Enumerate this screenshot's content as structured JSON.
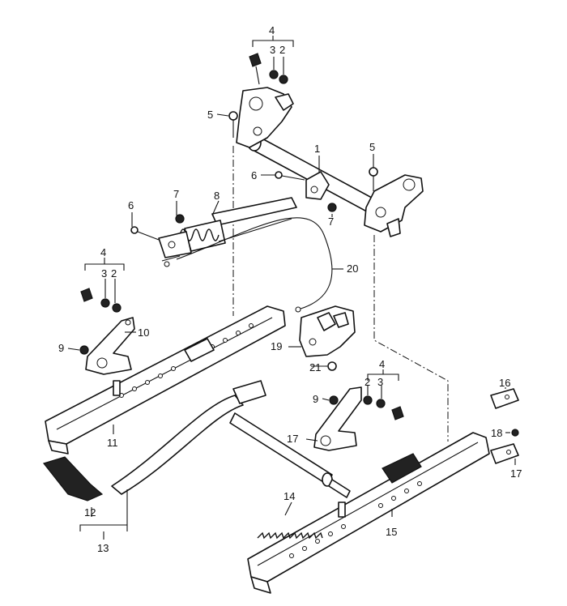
{
  "diagram": {
    "callouts": {
      "c1": "1",
      "c2a": "2",
      "c2b": "2",
      "c2c": "2",
      "c3a": "3",
      "c3b": "3",
      "c3c": "3",
      "c4a": "4",
      "c4b": "4",
      "c4c": "4",
      "c5a": "5",
      "c5b": "5",
      "c6a": "6",
      "c6b": "6",
      "c7a": "7",
      "c7b": "7",
      "c8": "8",
      "c9a": "9",
      "c9b": "9",
      "c10": "10",
      "c11": "11",
      "c12": "12",
      "c13": "13",
      "c14": "14",
      "c15": "15",
      "c16": "16",
      "c17a": "17",
      "c17b": "17",
      "c18": "18",
      "c19": "19",
      "c20": "20",
      "c21": "21"
    }
  }
}
